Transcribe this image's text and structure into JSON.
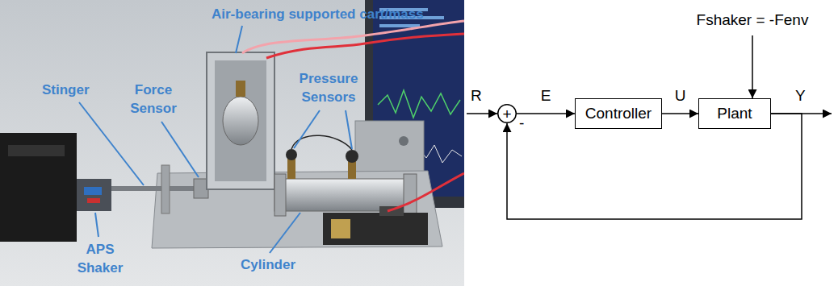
{
  "diagram": {
    "nodes": [
      {
        "text": [
          "+",
          "-"
        ]
      },
      {
        "text": [
          "Controller"
        ]
      },
      {
        "text": [
          "Plant"
        ]
      }
    ],
    "edges": [
      {
        "from": 0,
        "to": 1,
        "label": "E",
        "arrow": "to"
      },
      {
        "from": 1,
        "to": 2,
        "label": "U",
        "arrow": "to"
      },
      {
        "from": 2,
        "to": 0,
        "arrow": "to"
      }
    ],
    "labels": [
      "Air-bearing supported cart/mass",
      "Force Sensor",
      "Stinger",
      "Pressure Sensors",
      "APS Shaker",
      "Cylinder",
      "R",
      "Y",
      "Fshaker = -Fenv"
    ]
  }
}
